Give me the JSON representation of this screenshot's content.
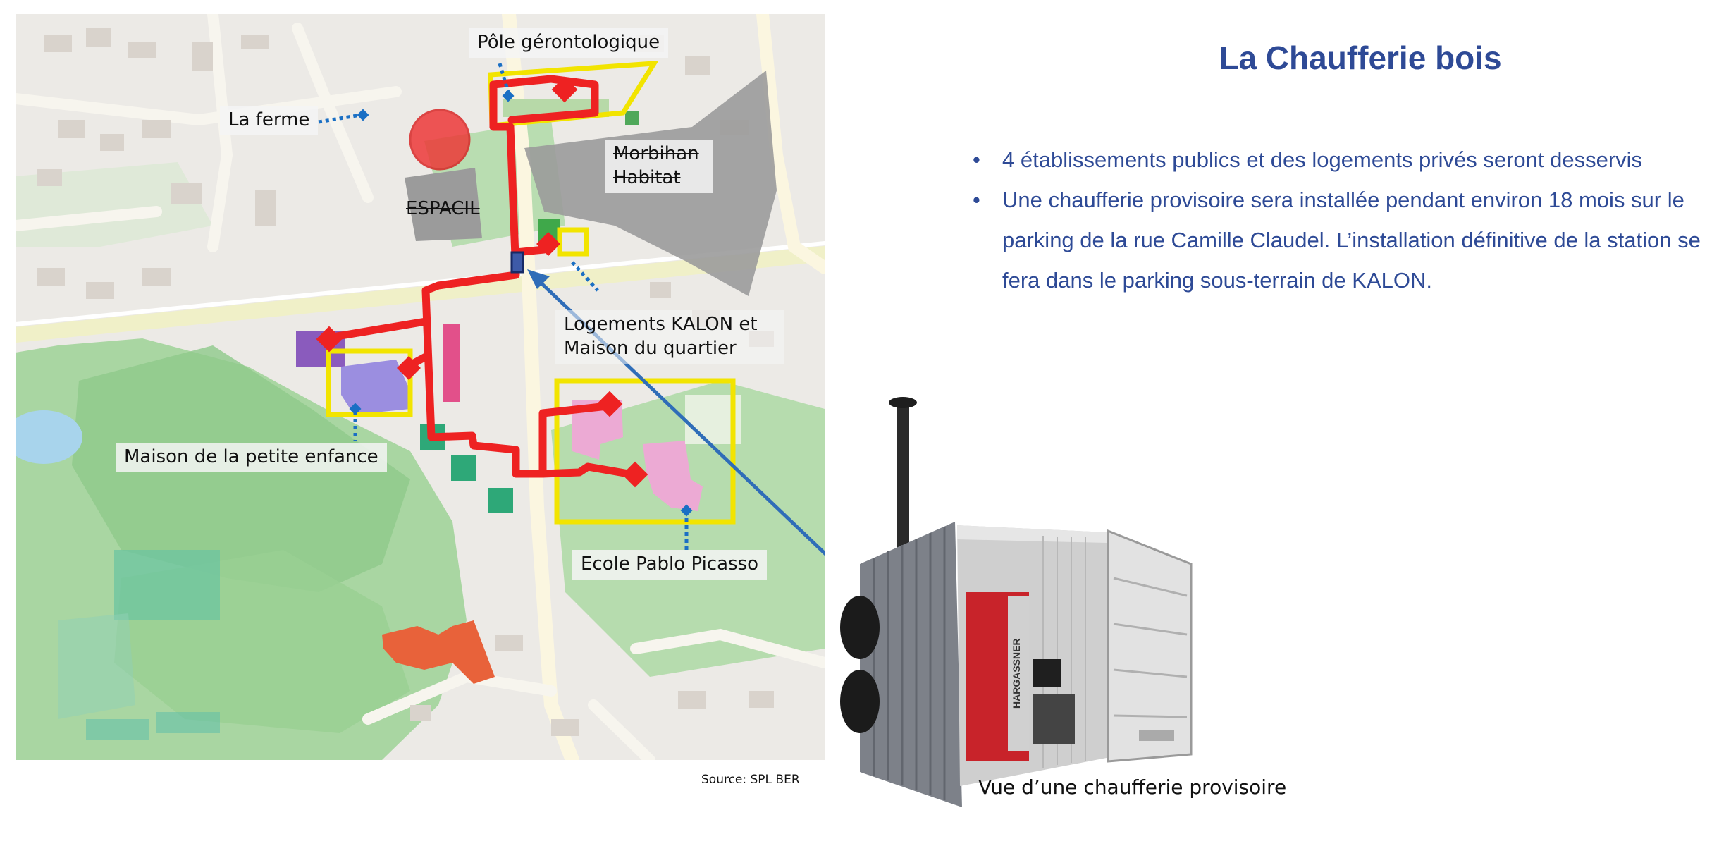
{
  "map": {
    "labels": {
      "pole_gerontologique": "Pôle gérontologique",
      "la_ferme": "La ferme",
      "morbihan_habitat": "Morbihan Habitat",
      "espacil": "ESPACIL",
      "logements_kalon": "Logements KALON et Maison du quartier",
      "maison_petite_enfance": "Maison de la petite enfance",
      "ecole_pablo_picasso": "Ecole Pablo Picasso"
    },
    "source": "Source: SPL BER",
    "colors": {
      "network": "#ee2222",
      "boundary": "#f2e400",
      "callout": "#1a6fc4",
      "arrow": "#2f6db8"
    }
  },
  "panel": {
    "title": "La Chaufferie bois",
    "bullets": [
      "4 établissements publics et des logements privés seront desservis",
      "Une chaufferie provisoire sera installée pendant environ 18 mois sur le parking de la rue Camille Claudel. L’installation définitive de la station se fera dans le parking sous-terrain de KALON."
    ]
  },
  "photo": {
    "brand": "HARGASSNER",
    "caption": "Vue d’une chaufferie provisoire"
  }
}
